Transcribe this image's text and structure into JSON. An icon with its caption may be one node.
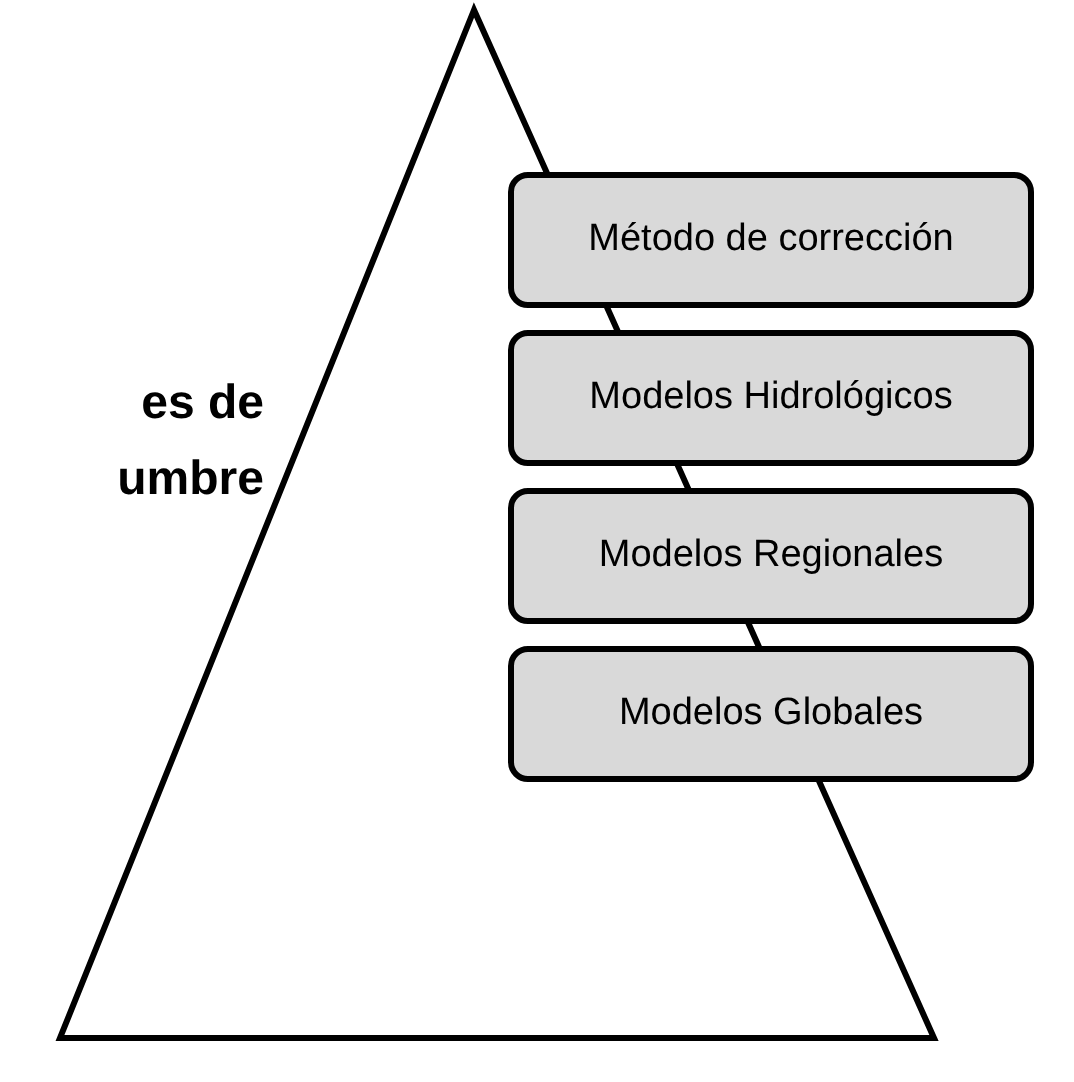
{
  "diagram": {
    "nodes": [
      {
        "text": [
          "es de umbre"
        ]
      },
      {
        "text": [
          "Método de corrección"
        ]
      },
      {
        "text": [
          "Modelos Hidrológicos"
        ]
      },
      {
        "text": [
          "Modelos Regionales"
        ]
      },
      {
        "text": [
          "Modelos Globales"
        ]
      }
    ],
    "edges": []
  }
}
